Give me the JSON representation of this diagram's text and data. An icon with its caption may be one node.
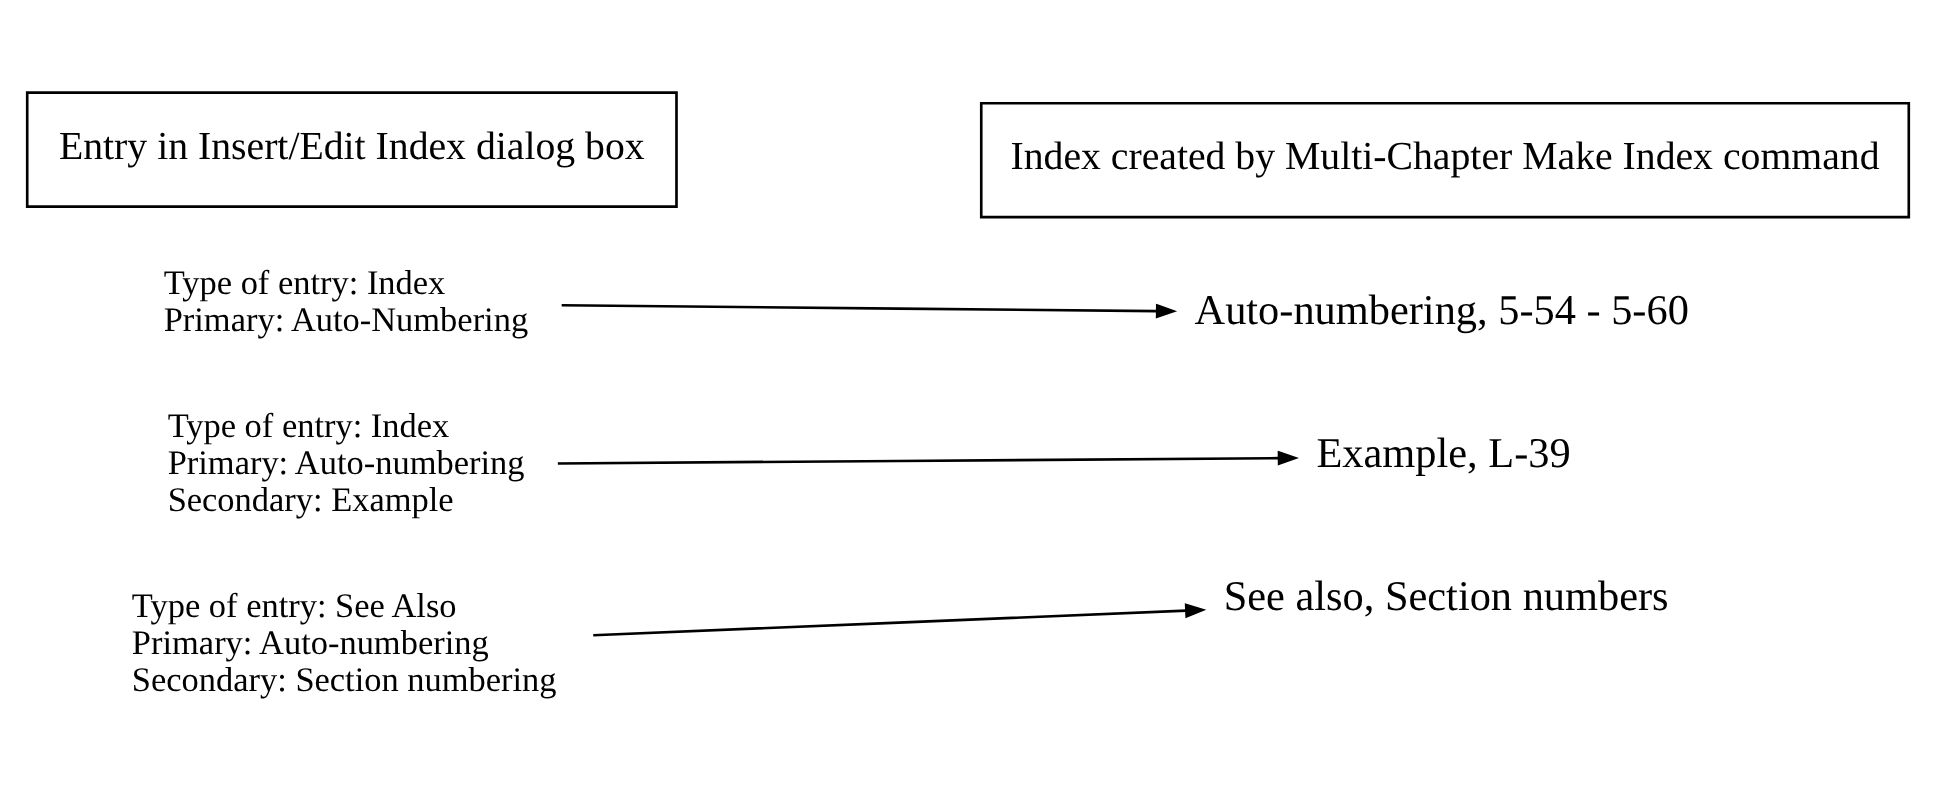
{
  "diagram": {
    "nodes": [
      {
        "text": [
          "Type of entry: Index",
          "Primary: Auto-Numbering"
        ]
      },
      {
        "text": [
          "Type of entry: Index",
          "Primary: Auto-numbering",
          "Secondary: Example"
        ]
      },
      {
        "text": [
          "Type of entry: See Also",
          "Primary: Auto-numbering",
          "Secondary: Section numbering"
        ]
      },
      {
        "text": [
          "Auto-numbering, 5-54 - 5-60"
        ]
      },
      {
        "text": [
          "Example, L-39"
        ]
      },
      {
        "text": [
          "See also, Section numbers"
        ]
      }
    ],
    "edges": [
      {
        "from": 0,
        "to": 3,
        "arrow": "to"
      },
      {
        "from": 1,
        "to": 4,
        "arrow": "to"
      },
      {
        "from": 2,
        "to": 5,
        "arrow": "to"
      }
    ],
    "labels": [
      "Entry in Insert/Edit Index dialog box",
      "Index created by Multi-Chapter Make Index command"
    ]
  }
}
